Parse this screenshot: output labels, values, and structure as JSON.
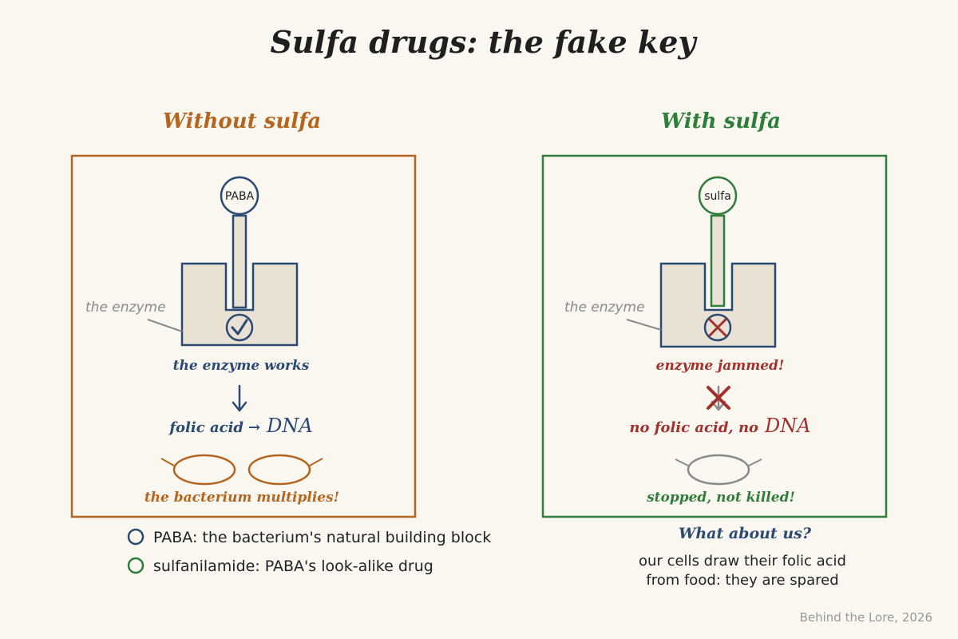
{
  "title": "Sulfa drugs: the fake key",
  "colors": {
    "orange": "#b5651d",
    "green": "#2e7d3a",
    "navy": "#2b4a73",
    "red": "#a3312b",
    "gray": "#8a8a8a",
    "enzyme_fill": "#e8e1d4",
    "background": "#faf7f1"
  },
  "left": {
    "heading": "Without sulfa",
    "molecule_label": "PABA",
    "enzyme_label": "the enzyme",
    "status_icon": "check-icon",
    "status_text": "the enzyme works",
    "arrow_icon": "arrow-down-icon",
    "folic": "folic acid",
    "arrow_right": "→",
    "dna": "DNA",
    "outcome": "the bacterium multiplies!"
  },
  "right": {
    "heading": "With sulfa",
    "molecule_label": "sulfa",
    "enzyme_label": "the enzyme",
    "status_icon": "cross-icon",
    "status_text": "enzyme jammed!",
    "arrow_icon": "blocked-arrow-icon",
    "no_folic": "no folic acid, no",
    "dna": "DNA",
    "outcome": "stopped, not killed!"
  },
  "legend": {
    "paba": "PABA: the bacterium's natural building block",
    "sulfa": "sulfanilamide: PABA's look-alike drug"
  },
  "humans": {
    "question": "What about us?",
    "line1": "our cells draw their folic acid",
    "line2": "from food: they are spared"
  },
  "credit": "Behind the Lore, 2026"
}
